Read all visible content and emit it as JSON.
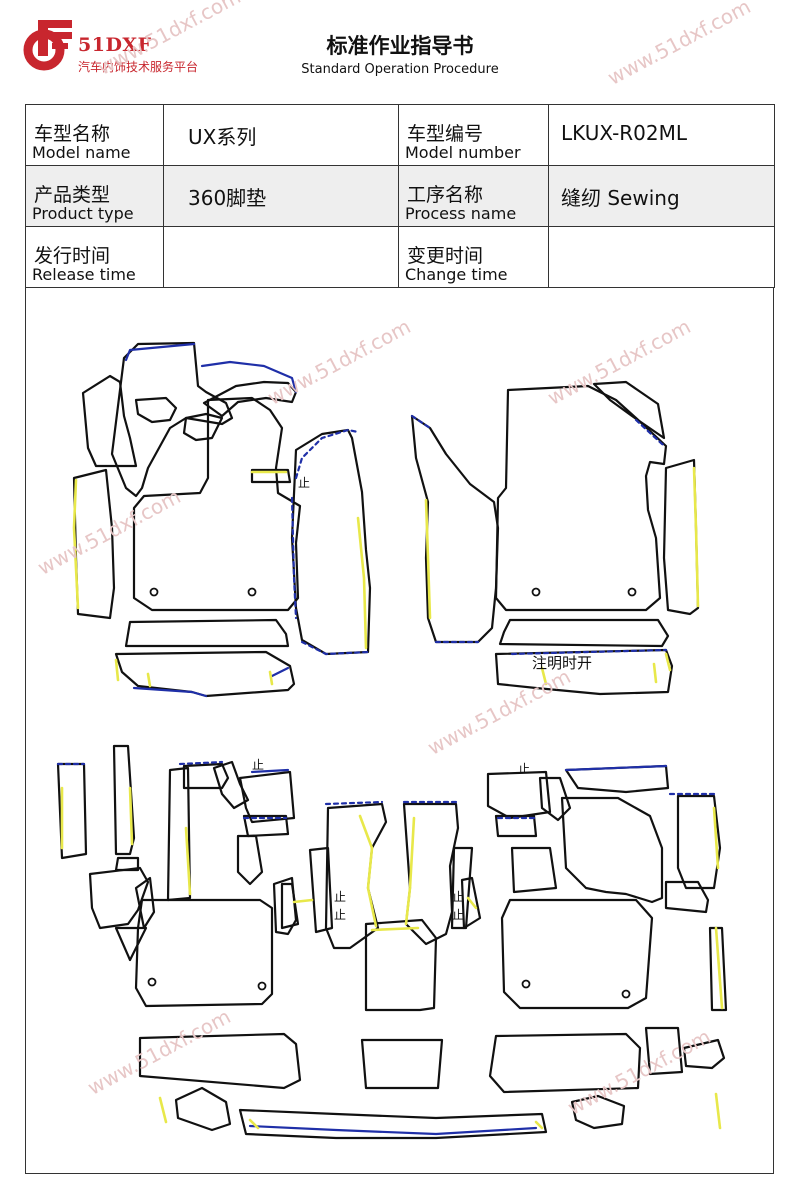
{
  "logo": {
    "name": "51DXF",
    "subtitle": "汽车内饰技术服务平台"
  },
  "title": {
    "cn": "标准作业指导书",
    "en": "Standard Operation Procedure"
  },
  "info_table": {
    "model_name": {
      "label_cn": "车型名称",
      "label_en": "Model name",
      "value": "UX系列"
    },
    "model_number": {
      "label_cn": "车型编号",
      "label_en": "Model number",
      "value": "LKUX-R02ML"
    },
    "product_type": {
      "label_cn": "产品类型",
      "label_en": "Product type",
      "value": "360脚垫"
    },
    "process_name": {
      "label_cn": "工序名称",
      "label_en": "Process name",
      "value": "缝纫 Sewing"
    },
    "release_time": {
      "label_cn": "发行时间",
      "label_en": "Release time",
      "value": ""
    },
    "change_time": {
      "label_cn": "变更时间",
      "label_en": "Change time",
      "value": ""
    }
  },
  "drawing": {
    "annotation": "注明时开",
    "stop_mark": "止",
    "watermark": "www.51dxf.com"
  },
  "colors": {
    "outline": "#111111",
    "blue_seam": "#1f2fa8",
    "yellow_seam": "#e8e84a",
    "brand_red": "#c8262e",
    "row_shade": "#eeeeee"
  }
}
